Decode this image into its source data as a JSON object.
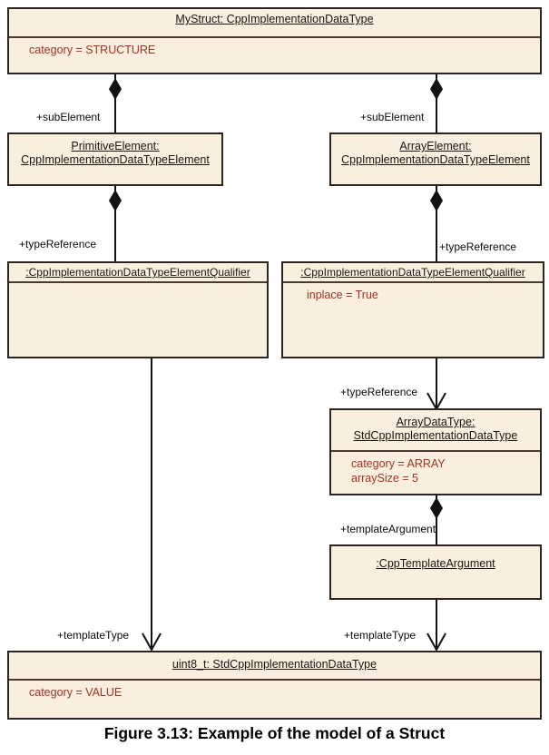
{
  "figure": {
    "caption": "Figure 3.13: Example of the model of a Struct"
  },
  "colors": {
    "box_fill": "#FAEEDF",
    "box_border": "#2B2420",
    "attribute_text": "#9E3323",
    "title_text": "#1A1410",
    "label_text": "#0D0A08",
    "background": "#FFFFFF"
  },
  "boxes": [
    {
      "id": "mystruct",
      "title_lines": [
        "MyStruct: CppImplementationDataType"
      ],
      "attributes": [
        "category = STRUCTURE"
      ]
    },
    {
      "id": "primitive-element",
      "title_lines": [
        "PrimitiveElement:",
        "CppImplementationDataTypeElement"
      ],
      "attributes": []
    },
    {
      "id": "array-element",
      "title_lines": [
        "ArrayElement:",
        "CppImplementationDataTypeElement"
      ],
      "attributes": []
    },
    {
      "id": "left-qualifier",
      "title_lines": [
        ":CppImplementationDataTypeElementQualifier"
      ],
      "attributes": []
    },
    {
      "id": "right-qualifier",
      "title_lines": [
        ":CppImplementationDataTypeElementQualifier"
      ],
      "attributes": [
        "inplace = True"
      ]
    },
    {
      "id": "array-datatype",
      "title_lines": [
        "ArrayDataType:",
        "StdCppImplementationDataType"
      ],
      "attributes": [
        "category = ARRAY",
        "arraySize = 5"
      ]
    },
    {
      "id": "cpp-template-argument",
      "title_lines": [
        ":CppTemplateArgument"
      ],
      "attributes": []
    },
    {
      "id": "uint8t",
      "title_lines": [
        "uint8_t: StdCppImplementationDataType"
      ],
      "attributes": [
        "category = VALUE"
      ]
    }
  ],
  "edge_labels": {
    "sub_element_left": "+subElement",
    "sub_element_right": "+subElement",
    "type_reference_left": "+typeReference",
    "type_reference_right": "+typeReference",
    "type_reference_array": "+typeReference",
    "template_argument": "+templateArgument",
    "template_type_left": "+templateType",
    "template_type_right": "+templateType"
  }
}
